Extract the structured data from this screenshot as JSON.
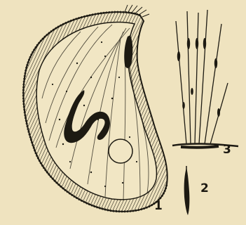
{
  "figure": {
    "background": "#efe3bf",
    "ink": "#1d1a12",
    "labels": {
      "fig1": "1",
      "fig2": "2",
      "fig3": "3"
    }
  }
}
